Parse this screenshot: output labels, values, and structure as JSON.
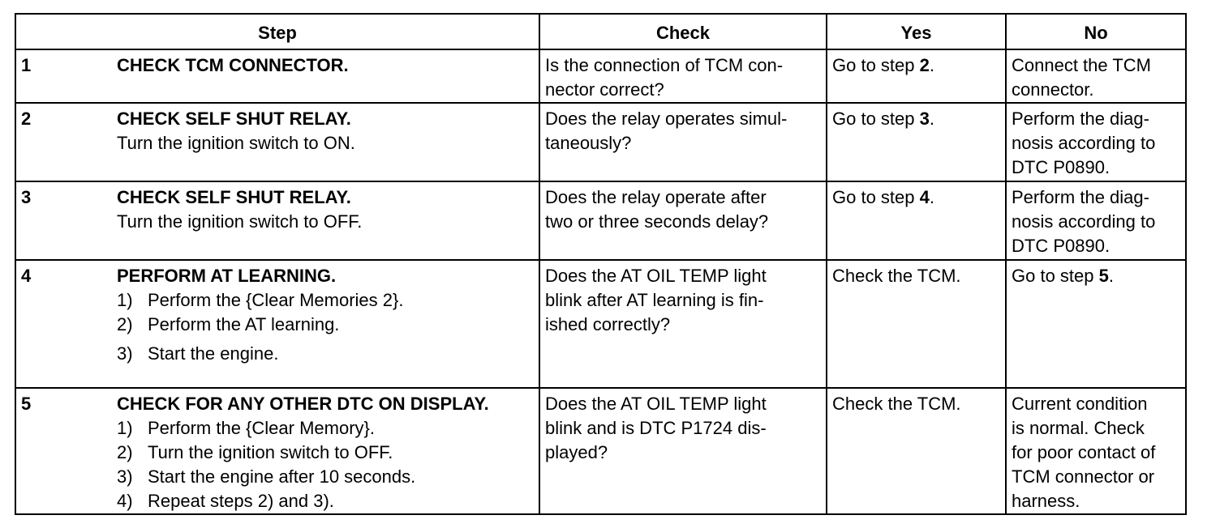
{
  "headers": {
    "step": "Step",
    "check": "Check",
    "yes": "Yes",
    "no": "No"
  },
  "rows": [
    {
      "num": "1",
      "title": "CHECK TCM CONNECTOR.",
      "detail": "",
      "sub": [],
      "check": [
        "Is the connection of TCM con-",
        "nector correct?"
      ],
      "yes_prefix": "Go to step ",
      "yes_bold": "2",
      "yes_suffix": ".",
      "no": [
        "Connect the TCM",
        "connector."
      ]
    },
    {
      "num": "2",
      "title": "CHECK SELF SHUT RELAY.",
      "detail": "Turn the ignition switch to ON.",
      "sub": [],
      "check": [
        "Does the relay operates simul-",
        "taneously?"
      ],
      "yes_prefix": "Go to step ",
      "yes_bold": "3",
      "yes_suffix": ".",
      "no": [
        "Perform the diag-",
        "nosis according to",
        "DTC P0890."
      ]
    },
    {
      "num": "3",
      "title": "CHECK SELF SHUT RELAY.",
      "detail": "Turn the ignition switch to OFF.",
      "sub": [],
      "check": [
        "Does the relay operate after",
        "two or three seconds delay?"
      ],
      "yes_prefix": "Go to step ",
      "yes_bold": "4",
      "yes_suffix": ".",
      "no": [
        "Perform the diag-",
        "nosis according to",
        "DTC P0890."
      ]
    },
    {
      "num": "4",
      "title": "PERFORM AT LEARNING.",
      "detail": "",
      "sub": [
        {
          "n": "1)",
          "t": "Perform the {Clear Memories 2}."
        },
        {
          "n": "2)",
          "t": "Perform the AT learning."
        },
        {
          "n": "3)",
          "t": "Start the engine."
        }
      ],
      "check": [
        "Does the AT OIL TEMP light",
        "blink after AT learning is fin-",
        "ished correctly?"
      ],
      "yes_prefix": "Check the TCM.",
      "yes_bold": "",
      "yes_suffix": "",
      "no_prefix": "Go to step ",
      "no_bold": "5",
      "no_suffix": "."
    },
    {
      "num": "5",
      "title": "CHECK FOR ANY OTHER DTC ON DISPLAY.",
      "detail": "",
      "sub": [
        {
          "n": "1)",
          "t": "Perform the {Clear Memory}."
        },
        {
          "n": "2)",
          "t": "Turn the ignition switch to OFF."
        },
        {
          "n": "3)",
          "t": "Start the engine after 10 seconds."
        },
        {
          "n": "4)",
          "t": "Repeat steps 2) and 3)."
        }
      ],
      "check": [
        "Does the AT OIL TEMP light",
        "blink and is DTC P1724 dis-",
        "played?"
      ],
      "yes_prefix": "Check the TCM.",
      "yes_bold": "",
      "yes_suffix": "",
      "no": [
        "Current condition",
        "is normal. Check",
        "for poor contact of",
        "TCM connector or",
        "harness."
      ]
    }
  ]
}
